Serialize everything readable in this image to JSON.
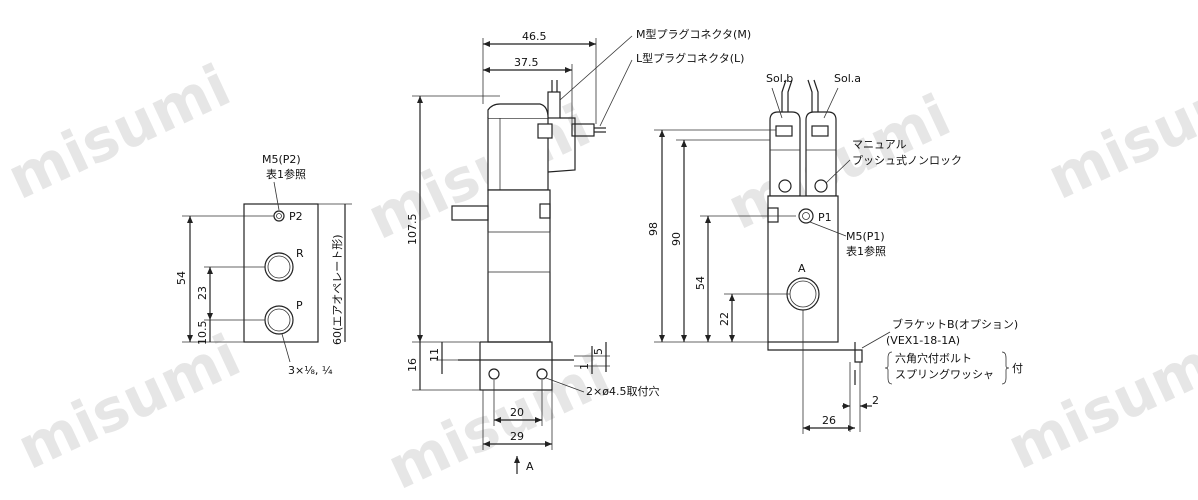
{
  "watermark": "misumi",
  "left_view": {
    "port_top": "M5(P2)",
    "port_top_note": "表1参照",
    "label_p2": "P2",
    "label_r": "R",
    "label_p": "P",
    "dim_height": "54",
    "dim_23": "23",
    "dim_10_5": "10.5",
    "dim_60": "60(エアオペレート形)",
    "port_size": "3×⅛, ¼"
  },
  "center_view": {
    "dim_46_5": "46.5",
    "dim_37_5": "37.5",
    "connector_m": "M型プラグコネクタ(M)",
    "connector_l": "L型プラグコネクタ(L)",
    "dim_107_5": "107.5",
    "dim_16": "16",
    "dim_11": "11",
    "dim_1": "1",
    "dim_5": "5",
    "mount_holes": "2×ø4.5取付穴",
    "dim_20": "20",
    "dim_29": "29",
    "view_a": "A"
  },
  "right_view": {
    "sol_b": "Sol.b",
    "sol_a": "Sol.a",
    "manual_1": "マニュアル",
    "manual_2": "プッシュ式ノンロック",
    "label_p1": "P1",
    "port_p1": "M5(P1)",
    "port_p1_note": "表1参照",
    "label_a": "A",
    "dim_98": "98",
    "dim_90": "90",
    "dim_54": "54",
    "dim_22": "22",
    "bracket_1": "ブラケットB(オプション)",
    "bracket_2": "(VEX1-18-1A)",
    "bracket_3": "六角穴付ボルト",
    "bracket_4": "スプリングワッシャ",
    "bracket_5": "付",
    "dim_2": "2",
    "dim_26": "26"
  }
}
